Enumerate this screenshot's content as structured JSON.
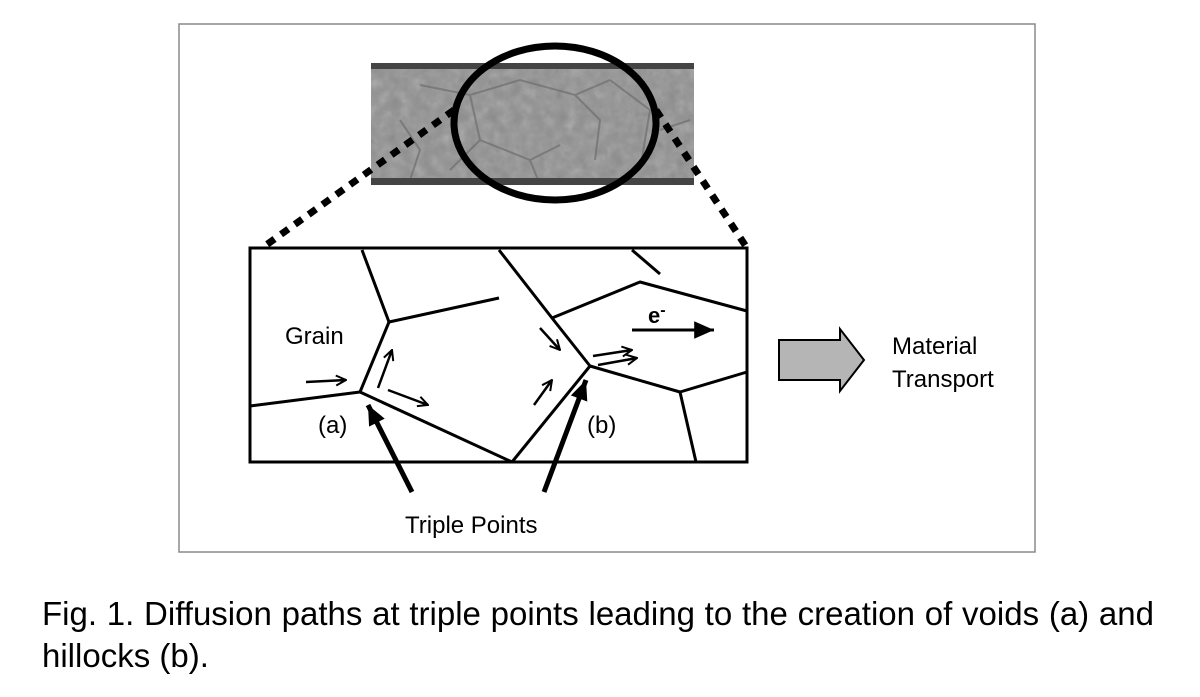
{
  "figure": {
    "labels": {
      "grain": "Grain",
      "electron_base": "e",
      "electron_sup": "-",
      "void_marker": "(a)",
      "hillock_marker": "(b)",
      "triple_points": "Triple Points",
      "material_line1": "Material",
      "material_line2": "Transport"
    },
    "colors": {
      "frame_border": "#8a8a8a",
      "micrograph_base": "#8f8f8f",
      "micrograph_edge": "#444444",
      "ellipse": "#000000",
      "transport_arrow_fill": "#b5b5b5"
    }
  },
  "caption": {
    "text": "Fig. 1. Diffusion paths at triple points leading to the creation of voids (a) and hillocks (b)."
  }
}
